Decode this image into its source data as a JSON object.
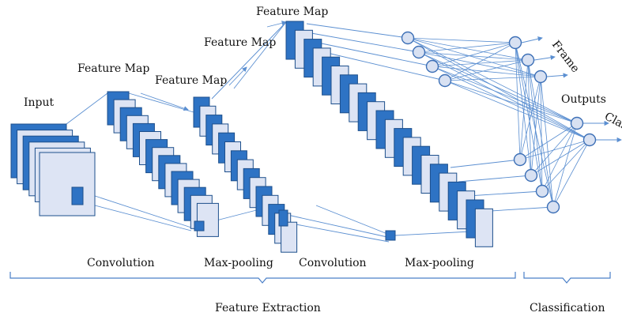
{
  "labels": {
    "input": "Input",
    "feature_map_1": "Feature Map",
    "feature_map_2": "Feature Map",
    "feature_map_3": "Feature Map",
    "feature_map_4": "Feature Map",
    "frame": "Frame",
    "outputs": "Outputs",
    "class": "Class",
    "convolution_1": "Convolution",
    "max_pooling_1": "Max-pooling",
    "convolution_2": "Convolution",
    "max_pooling_2": "Max-pooling",
    "feature_extraction": "Feature Extraction",
    "classification": "Classification"
  },
  "colors": {
    "map_blue": "#2e73c4",
    "map_edge": "#1d4f8c",
    "map_light": "#dde4f4",
    "node_fill": "#d8e1f2",
    "node_stroke": "#3c6fb6",
    "connector": "#5b8fd1",
    "bracket": "#4a7fc7",
    "text": "#111111"
  },
  "stacks": [
    {
      "name": "input-stack",
      "count": 5
    },
    {
      "name": "feature-map-1-stack",
      "count": 15
    },
    {
      "name": "feature-map-2-stack",
      "count": 15
    },
    {
      "name": "feature-map-3-stack",
      "count": 22
    }
  ],
  "nodes": {
    "frame_hidden": 4,
    "class_hidden": 4,
    "frame_outputs": 3,
    "class_outputs": 2
  }
}
